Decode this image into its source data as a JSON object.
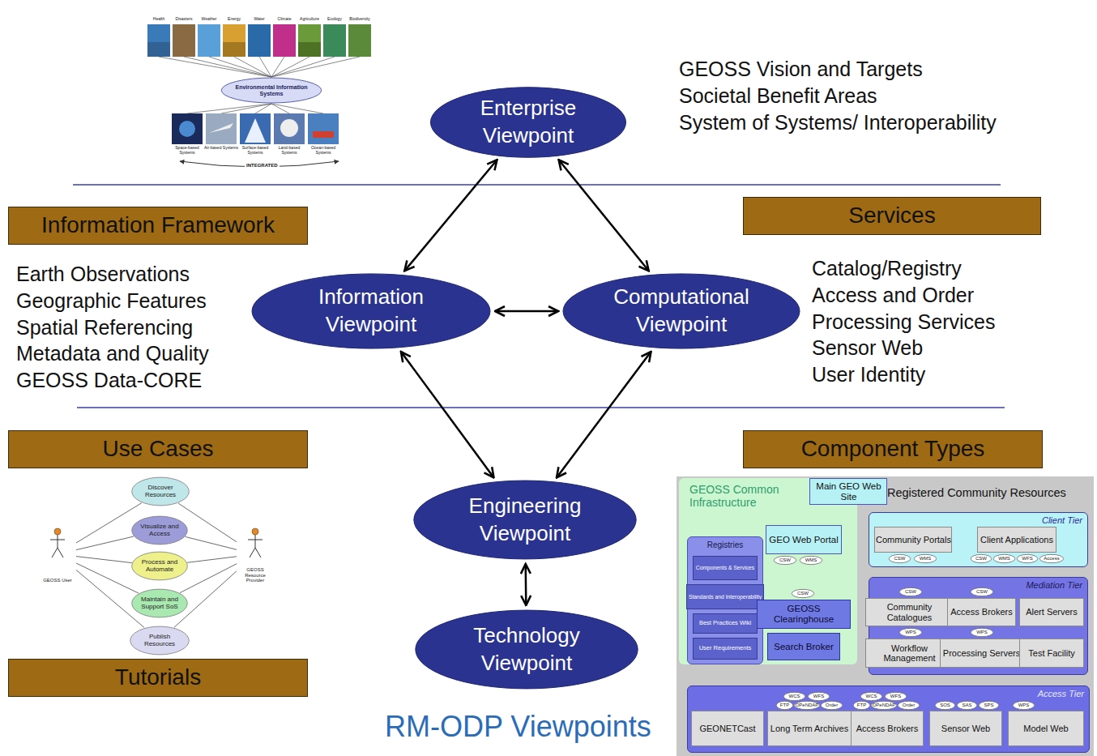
{
  "diagram": {
    "caption": "RM-ODP Viewpoints",
    "nodes": [
      {
        "text": [
          "Environmental Information Systems"
        ]
      },
      {
        "text": [
          "Enterprise Viewpoint"
        ]
      },
      {
        "text": [
          "Information Framework"
        ]
      },
      {
        "text": [
          "Services"
        ]
      },
      {
        "text": [
          "Information Viewpoint"
        ]
      },
      {
        "text": [
          "Computational Viewpoint"
        ]
      },
      {
        "text": [
          "Use Cases"
        ]
      },
      {
        "text": [
          "Component Types"
        ]
      },
      {
        "text": [
          "GEOSS User"
        ]
      },
      {
        "text": [
          "Discover Resources"
        ]
      },
      {
        "text": [
          "Visualize and Access"
        ]
      },
      {
        "text": [
          "Process and Automate"
        ]
      },
      {
        "text": [
          "Maintain and Support SoS"
        ]
      },
      {
        "text": [
          "Publish Resources"
        ]
      },
      {
        "text": [
          "GEOSS Resource Provider"
        ]
      },
      {
        "text": [
          "Engineering Viewpoint"
        ]
      },
      {
        "text": [
          "Technology Viewpoint"
        ]
      },
      {
        "text": [
          "Tutorials"
        ]
      },
      {
        "text": [
          "Registered Community Resources"
        ]
      },
      {
        "text": [
          "GEOSS Common Infrastructure"
        ],
        "in": 18
      },
      {
        "text": [
          "Main GEO Web Site"
        ],
        "in": 18
      },
      {
        "text": [
          "Registries"
        ],
        "in": 19
      },
      {
        "text": [
          "Components & Services"
        ],
        "in": 21
      },
      {
        "text": [
          "Standards and Interoperability"
        ],
        "in": 21
      },
      {
        "text": [
          "Best Practices Wiki"
        ],
        "in": 21
      },
      {
        "text": [
          "User Requirements"
        ],
        "in": 21
      },
      {
        "text": [
          "GEO Web Portal"
        ],
        "in": 19
      },
      {
        "text": [
          "CSW"
        ],
        "in": 19
      },
      {
        "text": [
          "WMS"
        ],
        "in": 19
      },
      {
        "text": [
          "CSW"
        ],
        "in": 19
      },
      {
        "text": [
          "GEOSS Clearinghouse"
        ],
        "in": 19
      },
      {
        "text": [
          "Search Broker"
        ],
        "in": 19
      },
      {
        "text": [
          "Client Tier"
        ],
        "in": 18
      },
      {
        "text": [
          "Community Portals"
        ],
        "in": 32
      },
      {
        "text": [
          "Client Applications"
        ],
        "in": 32
      },
      {
        "text": [
          "CSW"
        ],
        "in": 32
      },
      {
        "text": [
          "WMS"
        ],
        "in": 32
      },
      {
        "text": [
          "CSW"
        ],
        "in": 32
      },
      {
        "text": [
          "WMS"
        ],
        "in": 32
      },
      {
        "text": [
          "WFS"
        ],
        "in": 32
      },
      {
        "text": [
          "Access"
        ],
        "in": 32
      },
      {
        "text": [
          "Mediation Tier"
        ],
        "in": 18
      },
      {
        "text": [
          "CSW"
        ],
        "in": 41
      },
      {
        "text": [
          "CSW"
        ],
        "in": 41
      },
      {
        "text": [
          "Community Catalogues"
        ],
        "in": 41
      },
      {
        "text": [
          "Access Brokers"
        ],
        "in": 41
      },
      {
        "text": [
          "Alert Servers"
        ],
        "in": 41
      },
      {
        "text": [
          "WPS"
        ],
        "in": 41
      },
      {
        "text": [
          "WPS"
        ],
        "in": 41
      },
      {
        "text": [
          "Workflow Management"
        ],
        "in": 41
      },
      {
        "text": [
          "Processing Servers"
        ],
        "in": 41
      },
      {
        "text": [
          "Test Facility"
        ],
        "in": 41
      },
      {
        "text": [
          "Access Tier"
        ],
        "in": 18
      },
      {
        "text": [
          "GEONETCast"
        ],
        "in": 52
      },
      {
        "text": [
          "WCS"
        ],
        "in": 52
      },
      {
        "text": [
          "WFS"
        ],
        "in": 52
      },
      {
        "text": [
          "FTP"
        ],
        "in": 52
      },
      {
        "text": [
          "OPeNDAP"
        ],
        "in": 52
      },
      {
        "text": [
          "Order"
        ],
        "in": 52
      },
      {
        "text": [
          "Long Term Archives"
        ],
        "in": 52
      },
      {
        "text": [
          "WCS"
        ],
        "in": 52
      },
      {
        "text": [
          "WFS"
        ],
        "in": 52
      },
      {
        "text": [
          "FTP"
        ],
        "in": 52
      },
      {
        "text": [
          "OPeNDAP"
        ],
        "in": 52
      },
      {
        "text": [
          "Order"
        ],
        "in": 52
      },
      {
        "text": [
          "Access Brokers"
        ],
        "in": 52
      },
      {
        "text": [
          "SOS"
        ],
        "in": 52
      },
      {
        "text": [
          "SAS"
        ],
        "in": 52
      },
      {
        "text": [
          "SPS"
        ],
        "in": 52
      },
      {
        "text": [
          "Sensor Web"
        ],
        "in": 52
      },
      {
        "text": [
          "WPS"
        ],
        "in": 52
      },
      {
        "text": [
          "Model Web"
        ],
        "in": 52
      }
    ],
    "edges": [
      {
        "from": 1,
        "to": 4,
        "arrow": "both"
      },
      {
        "from": 1,
        "to": 5,
        "arrow": "both"
      },
      {
        "from": 4,
        "to": 5,
        "arrow": "both"
      },
      {
        "from": 4,
        "to": 15,
        "arrow": "both"
      },
      {
        "from": 5,
        "to": 15,
        "arrow": "both"
      },
      {
        "from": 15,
        "to": 16,
        "arrow": "both"
      },
      {
        "from": 8,
        "to": 9,
        "arrow": "none"
      },
      {
        "from": 8,
        "to": 10,
        "arrow": "none"
      },
      {
        "from": 8,
        "to": 11,
        "arrow": "none"
      },
      {
        "from": 8,
        "to": 12,
        "arrow": "none"
      },
      {
        "from": 8,
        "to": 13,
        "arrow": "none"
      },
      {
        "from": 14,
        "to": 9,
        "arrow": "none"
      },
      {
        "from": 14,
        "to": 10,
        "arrow": "none"
      },
      {
        "from": 14,
        "to": 11,
        "arrow": "none"
      },
      {
        "from": 14,
        "to": 12,
        "arrow": "none"
      },
      {
        "from": 14,
        "to": 13,
        "arrow": "none"
      }
    ],
    "labels": [
      "GEOSS Vision and Targets",
      "Societal Benefit Areas",
      "System of Systems/ Interoperability",
      "Earth Observations",
      "Geographic Features",
      "Spatial Referencing",
      "Metadata and Quality",
      "GEOSS Data-CORE",
      "Catalog/Registry",
      "Access and Order",
      "Processing Services",
      "Sensor Web",
      "User Identity",
      "Health",
      "Disasters",
      "Weather",
      "Energy",
      "Water",
      "Climate",
      "Agriculture",
      "Ecology",
      "Biodiversity",
      "Space-based Systems",
      "Air-based Systems",
      "Surface-based Systems",
      "Land-based Systems",
      "Ocean-based Systems",
      "INTEGRATED"
    ]
  }
}
